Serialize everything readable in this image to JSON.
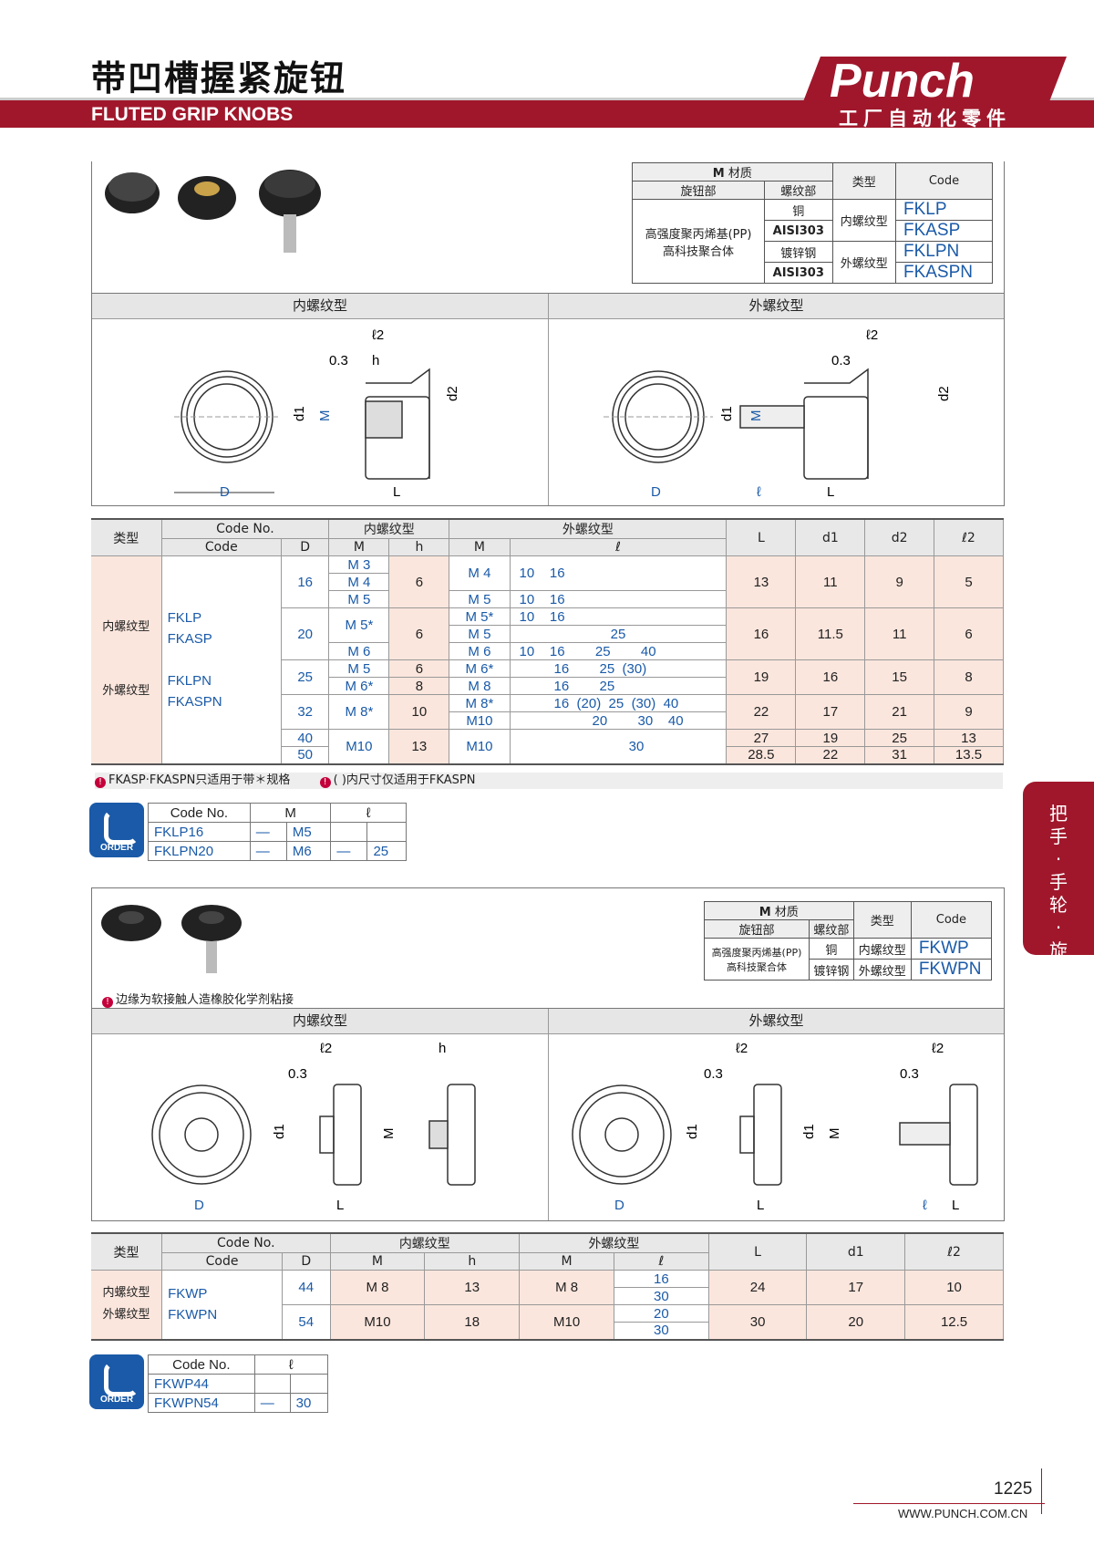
{
  "header": {
    "title_cn": "带凹槽握紧旋钮",
    "title_en": "FLUTED GRIP KNOBS",
    "logo_text": "Punch",
    "logo_sub": "工厂自动化零件"
  },
  "section1": {
    "material": {
      "head_material": "材质",
      "head_knob": "旋钮部",
      "head_thread": "螺纹部",
      "head_type": "类型",
      "head_code": "Code",
      "knob_material": "高强度聚丙烯基(PP)\n高科技聚合体",
      "rows": [
        {
          "thread": "铜",
          "type": "内螺纹型",
          "code": "FKLP"
        },
        {
          "thread": "AISI303",
          "type": "",
          "code": "FKASP"
        },
        {
          "thread": "镀锌钢",
          "type": "外螺纹型",
          "code": "FKLPN"
        },
        {
          "thread": "AISI303",
          "type": "",
          "code": "FKASPN"
        }
      ]
    },
    "drawing_left_title": "内螺纹型",
    "drawing_right_title": "外螺纹型",
    "dims": {
      "l2": "ℓ2",
      "h": "h",
      "d03": "0.3",
      "d1": "d1",
      "d2": "d2",
      "M": "M",
      "D": "D",
      "L": "L",
      "l": "ℓ"
    },
    "table_heads": {
      "type": "类型",
      "code_no": "Code No.",
      "code": "Code",
      "D": "D",
      "internal": "内螺纹型",
      "M": "M",
      "h": "h",
      "external": "外螺纹型",
      "M2": "M",
      "l": "ℓ",
      "L": "L",
      "d1": "d1",
      "d2": "d2",
      "l2": "ℓ2"
    },
    "types": [
      "内螺纹型",
      "外螺纹型"
    ],
    "codes": [
      "FKLP",
      "FKASP",
      "FKLPN",
      "FKASPN"
    ],
    "rows": [
      {
        "D": "16",
        "M_int": [
          "M 3",
          "M 4",
          "M 5"
        ],
        "h": "6",
        "L": "13",
        "d1": "11",
        "d2": "9",
        "l2": "5"
      },
      {
        "D": "20",
        "M_int": [
          "M 5*",
          "M 6"
        ],
        "h": "6",
        "L": "16",
        "d1": "11.5",
        "d2": "11",
        "l2": "6"
      },
      {
        "D": "25",
        "M_int": [
          "M 5",
          "M 6*"
        ],
        "h": [
          "6",
          "8"
        ],
        "L": "19",
        "d1": "16",
        "d2": "15",
        "l2": "8"
      },
      {
        "D": "32",
        "M_int": [
          "M 8*"
        ],
        "h": "10",
        "L": "22",
        "d1": "17",
        "d2": "21",
        "l2": "9"
      },
      {
        "D": "40",
        "M_int": [
          "M10"
        ],
        "h": "13",
        "L": "27",
        "d1": "19",
        "d2": "25",
        "l2": "13"
      },
      {
        "D": "50",
        "L": "28.5",
        "d1": "22",
        "d2": "31",
        "l2": "13.5"
      }
    ],
    "ext_rows": [
      {
        "M": "M 4",
        "l": "10    16"
      },
      {
        "M": "M 5",
        "l": "10    16"
      },
      {
        "M": "M 5*",
        "l": "10    16"
      },
      {
        "M": "M 5",
        "l": "25"
      },
      {
        "M": "M 6",
        "l": "10    16        25        40"
      },
      {
        "M": "M 6*",
        "l": "16        25  (30)"
      },
      {
        "M": "M 8",
        "l": "16        25"
      },
      {
        "M": "M 8*",
        "l": "16  (20)  25  (30)  40"
      },
      {
        "M": "M10",
        "l": "20        30    40"
      },
      {
        "M": "M10",
        "l": "30"
      }
    ],
    "notes": [
      "FKASP·FKASPN只适用于带＊规格",
      "(   )内尺寸仅适用于FKASPN"
    ],
    "order": {
      "label": "ORDER",
      "heads": [
        "Code No.",
        "M",
        "ℓ"
      ],
      "rows": [
        [
          "FKLP16",
          "—",
          "M5",
          "",
          ""
        ],
        [
          "FKLPN20",
          "—",
          "M6",
          "—",
          "25"
        ]
      ]
    }
  },
  "section2": {
    "material": {
      "head_material": "材质",
      "head_knob": "旋钮部",
      "head_thread": "螺纹部",
      "head_type": "类型",
      "head_code": "Code",
      "knob_material": "高强度聚丙烯基(PP)\n高科技聚合体",
      "rows": [
        {
          "thread": "铜",
          "type": "内螺纹型",
          "code": "FKWP"
        },
        {
          "thread": "镀锌钢",
          "type": "外螺纹型",
          "code": "FKWPN"
        }
      ]
    },
    "note": "边缘为软接触人造橡胶化学剂粘接",
    "drawing_left_title": "内螺纹型",
    "drawing_right_title": "外螺纹型",
    "codes": [
      "FKWP",
      "FKWPN"
    ],
    "rows": [
      {
        "D": "44",
        "M_int": "M 8",
        "h": "13",
        "M_ext": "M 8",
        "l": [
          "16",
          "30"
        ],
        "L": "24",
        "d1": "17",
        "l2": "10"
      },
      {
        "D": "54",
        "M_int": "M10",
        "h": "18",
        "M_ext": "M10",
        "l": [
          "20",
          "30"
        ],
        "L": "30",
        "d1": "20",
        "l2": "12.5"
      }
    ],
    "order": {
      "label": "ORDER",
      "heads": [
        "Code No.",
        "ℓ"
      ],
      "rows": [
        [
          "FKWP44",
          "",
          ""
        ],
        [
          "FKWPN54",
          "—",
          "30"
        ]
      ]
    }
  },
  "side_tab": "把手·手轮·旋钮",
  "footer": {
    "page": "1225",
    "url": "WWW.PUNCH.COM.CN"
  },
  "colors": {
    "brand_red": "#a0172b",
    "code_blue": "#1a5aa8",
    "table_pink": "#fbe6dd"
  }
}
